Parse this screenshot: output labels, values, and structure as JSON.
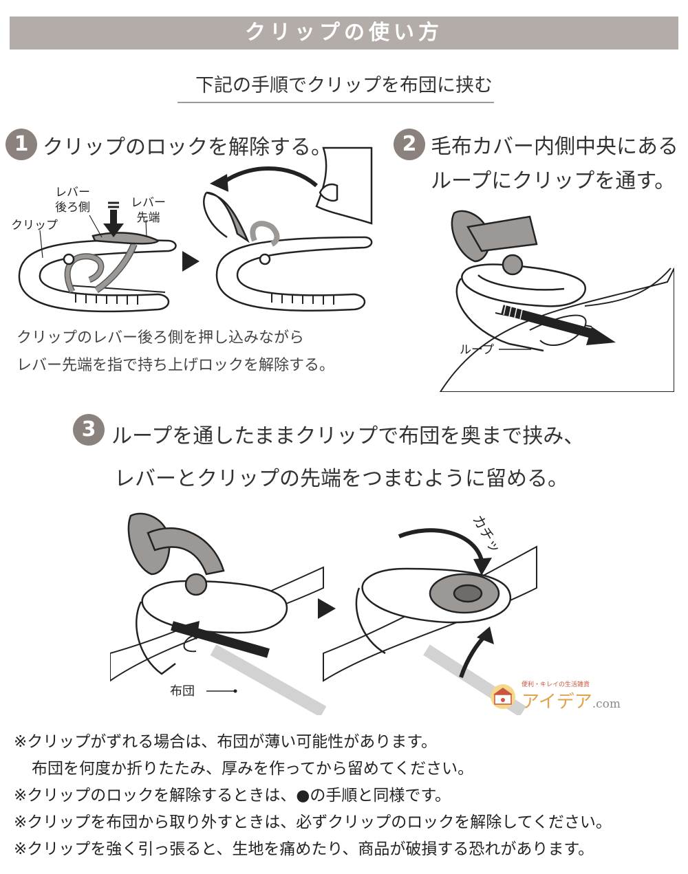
{
  "header": {
    "title": "クリップの使い方"
  },
  "subtitle": "下記の手順でクリップを布団に挟む",
  "steps": [
    {
      "number": "1",
      "title": "クリップのロックを解除する。",
      "labels": {
        "lever_back": "レバー\n後ろ側",
        "lever_tip": "レバー\n先端",
        "clip": "クリップ"
      },
      "caption_lines": [
        "クリップのレバー後ろ側を押し込みながら",
        "レバー先端を指で持ち上げロックを解除する。"
      ]
    },
    {
      "number": "2",
      "title_lines": [
        "毛布カバー内側中央にある",
        "ループにクリップを通す。"
      ],
      "labels": {
        "loop": "ループ"
      }
    },
    {
      "number": "3",
      "title_lines": [
        "ループを通したままクリップで布団を奥まで挟み、",
        "レバーとクリップの先端をつまむように留める。"
      ],
      "labels": {
        "futon": "布団",
        "click_sound": "カチッ"
      }
    }
  ],
  "logo": {
    "tagline": "便利・キレイの生活雑貨",
    "name": "アイデア",
    "suffix": ".com"
  },
  "notes": [
    "※クリップがずれる場合は、布団が薄い可能性があります。",
    "布団を何度か折りたたみ、厚みを作ってから留めてください。",
    "※クリップのロックを解除するときは、●の手順と同様です。",
    "※クリップを布団から取り外すときは、必ずクリップのロックを解除してください。",
    "※クリップを強く引っ張ると、生地を痛めたり、商品が破損する恐れがあります。"
  ],
  "colors": {
    "banner": "#b4aca8",
    "step_badge": "#8b817d",
    "lever_gray": "#9b9896"
  }
}
